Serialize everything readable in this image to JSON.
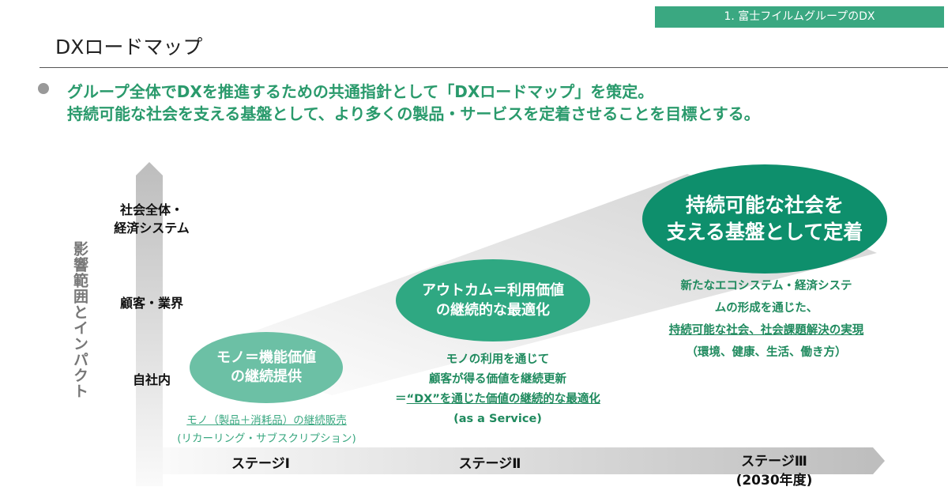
{
  "header": {
    "section_tag": "1. 富士フイルムグループのDX",
    "title": "DXロードマップ"
  },
  "lead": {
    "line1": "グループ全体でDXを推進するための共通指針として「DXロードマップ」を策定。",
    "line2": "持続可能な社会を支える基盤として、より多くの製品・サービスを定着させることを目標とする。"
  },
  "axis": {
    "y_label": "影響範囲とインパクト",
    "levels": {
      "society_1": "社会全体・",
      "society_2": "経済システム",
      "customer": "顧客・業界",
      "internal": "自社内"
    },
    "stages": {
      "s1": "ステージⅠ",
      "s2": "ステージⅡ",
      "s3": "ステージⅢ",
      "s3_year": "(2030年度)"
    }
  },
  "stage1": {
    "ellipse_1": "モノ＝機能価値",
    "ellipse_2": "の継続提供",
    "desc_1": "モノ（製品＋消耗品）の継続販売",
    "desc_2": "(リカーリング・サブスクリプション)"
  },
  "stage2": {
    "ellipse_1": "アウトカム＝利用価値",
    "ellipse_2": "の継続的な最適化",
    "desc_1": "モノの利用を通じて",
    "desc_2": "顧客が得る価値を継続更新",
    "desc_3a": "＝",
    "desc_3b": "“DX”を通じた価値の継続的な最適化",
    "desc_4": "(as a Service)"
  },
  "stage3": {
    "ellipse_1": "持続可能な社会を",
    "ellipse_2": "支える基盤として定着",
    "desc_1": "新たなエコシステム・経済システ",
    "desc_2": "ムの形成を通じた、",
    "desc_3": "持続可能な社会、社会課題解決の実現",
    "desc_4": "（環境、健康、生活、働き方）"
  },
  "colors": {
    "dark": "#0e8f6c",
    "mid": "#2fa882",
    "light": "#6cc0a5",
    "text": "#1f8a5e"
  }
}
